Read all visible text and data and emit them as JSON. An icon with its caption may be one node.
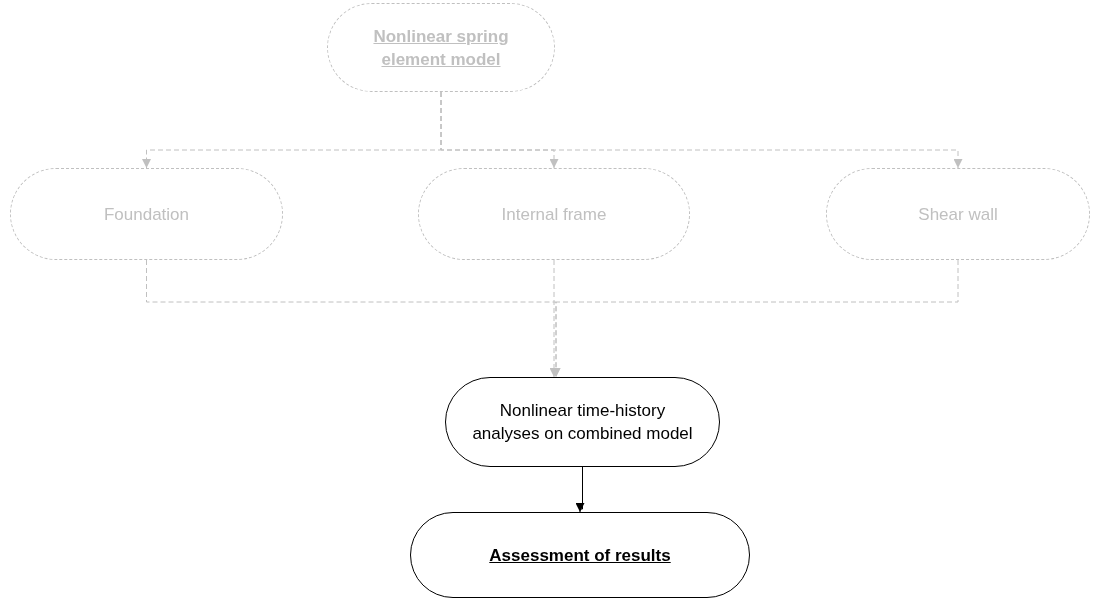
{
  "diagram": {
    "nodes": [
      {
        "text": [
          "Nonlinear spring element model"
        ]
      },
      {
        "text": [
          "Foundation"
        ]
      },
      {
        "text": [
          "Internal frame"
        ]
      },
      {
        "text": [
          "Shear wall"
        ]
      },
      {
        "text": [
          "Nonlinear time-history analyses on combined model"
        ]
      },
      {
        "text": [
          "Assessment of results"
        ]
      }
    ],
    "edges": [
      {
        "from": 0,
        "to": 1,
        "arrow": "to",
        "style": "dashed"
      },
      {
        "from": 0,
        "to": 2,
        "arrow": "to",
        "style": "dashed"
      },
      {
        "from": 0,
        "to": 3,
        "arrow": "to",
        "style": "dashed"
      },
      {
        "from": 1,
        "to": 4,
        "arrow": "to",
        "style": "dashed"
      },
      {
        "from": 2,
        "to": 4,
        "arrow": "to",
        "style": "dashed"
      },
      {
        "from": 3,
        "to": 4,
        "arrow": "to",
        "style": "dashed"
      },
      {
        "from": 4,
        "to": 5,
        "arrow": "to",
        "color": "#000000"
      }
    ]
  }
}
